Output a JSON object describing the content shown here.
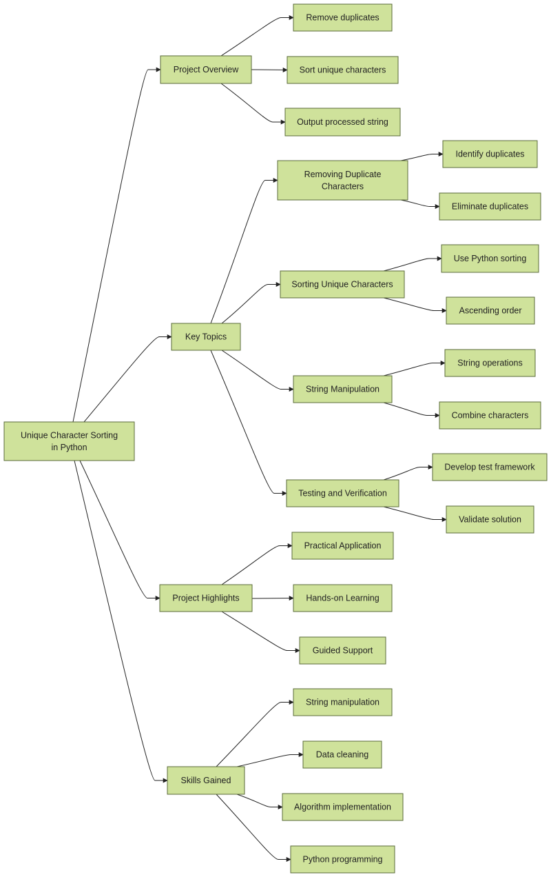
{
  "diagram": {
    "type": "mindmap",
    "root": {
      "id": "root",
      "lines": [
        "Unique Character Sorting",
        "in Python"
      ],
      "children": [
        {
          "id": "overview",
          "lines": [
            "Project Overview"
          ],
          "children": [
            {
              "id": "ov1",
              "lines": [
                "Remove duplicates"
              ]
            },
            {
              "id": "ov2",
              "lines": [
                "Sort unique characters"
              ]
            },
            {
              "id": "ov3",
              "lines": [
                "Output processed string"
              ]
            }
          ]
        },
        {
          "id": "topics",
          "lines": [
            "Key Topics"
          ],
          "children": [
            {
              "id": "kt1",
              "lines": [
                "Removing Duplicate",
                "Characters"
              ],
              "children": [
                {
                  "id": "kt1a",
                  "lines": [
                    "Identify duplicates"
                  ]
                },
                {
                  "id": "kt1b",
                  "lines": [
                    "Eliminate duplicates"
                  ]
                }
              ]
            },
            {
              "id": "kt2",
              "lines": [
                "Sorting Unique Characters"
              ],
              "children": [
                {
                  "id": "kt2a",
                  "lines": [
                    "Use Python sorting"
                  ]
                },
                {
                  "id": "kt2b",
                  "lines": [
                    "Ascending order"
                  ]
                }
              ]
            },
            {
              "id": "kt3",
              "lines": [
                "String Manipulation"
              ],
              "children": [
                {
                  "id": "kt3a",
                  "lines": [
                    "String operations"
                  ]
                },
                {
                  "id": "kt3b",
                  "lines": [
                    "Combine characters"
                  ]
                }
              ]
            },
            {
              "id": "kt4",
              "lines": [
                "Testing and Verification"
              ],
              "children": [
                {
                  "id": "kt4a",
                  "lines": [
                    "Develop test framework"
                  ]
                },
                {
                  "id": "kt4b",
                  "lines": [
                    "Validate solution"
                  ]
                }
              ]
            }
          ]
        },
        {
          "id": "highlights",
          "lines": [
            "Project Highlights"
          ],
          "children": [
            {
              "id": "ph1",
              "lines": [
                "Practical Application"
              ]
            },
            {
              "id": "ph2",
              "lines": [
                "Hands-on Learning"
              ]
            },
            {
              "id": "ph3",
              "lines": [
                "Guided Support"
              ]
            }
          ]
        },
        {
          "id": "skills",
          "lines": [
            "Skills Gained"
          ],
          "children": [
            {
              "id": "sg1",
              "lines": [
                "String manipulation"
              ]
            },
            {
              "id": "sg2",
              "lines": [
                "Data cleaning"
              ]
            },
            {
              "id": "sg3",
              "lines": [
                "Algorithm implementation"
              ]
            },
            {
              "id": "sg4",
              "lines": [
                "Python programming"
              ]
            }
          ]
        }
      ]
    }
  }
}
